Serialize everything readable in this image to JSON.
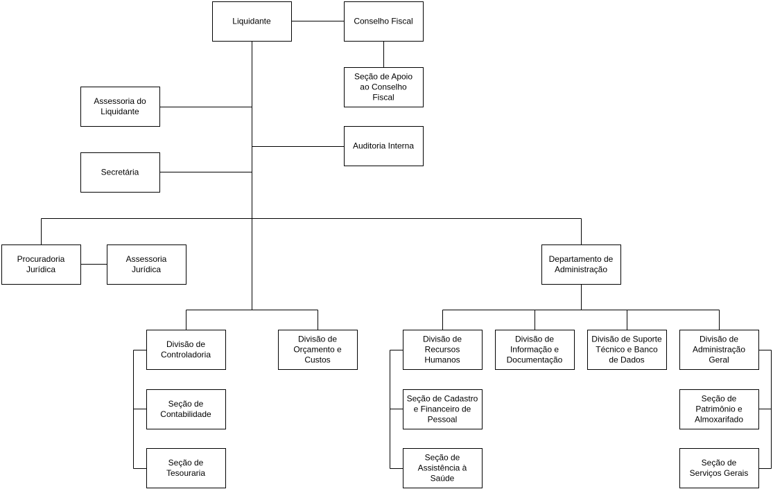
{
  "nodes": [
    {
      "id": "liquidante",
      "label": [
        "Liquidante"
      ]
    },
    {
      "id": "conselho-fiscal",
      "label": [
        "Conselho Fiscal"
      ]
    },
    {
      "id": "secao-apoio-conselho",
      "label": [
        "Seção de Apoio",
        "ao Conselho",
        "Fiscal"
      ]
    },
    {
      "id": "assessoria-liquidante",
      "label": [
        "Assessoria do",
        "Liquidante"
      ]
    },
    {
      "id": "auditoria-interna",
      "label": [
        "Auditoria Interna"
      ]
    },
    {
      "id": "secretaria",
      "label": [
        "Secretária"
      ]
    },
    {
      "id": "procuradoria-juridica",
      "label": [
        "Procuradoria",
        "Jurídica"
      ]
    },
    {
      "id": "assessoria-juridica",
      "label": [
        "Assessoria",
        "Jurídica"
      ]
    },
    {
      "id": "departamento-administracao",
      "label": [
        "Departamento de",
        "Administração"
      ]
    },
    {
      "id": "divisao-controladoria",
      "label": [
        "Divisão de",
        "Controladoria"
      ]
    },
    {
      "id": "divisao-orcamento",
      "label": [
        "Divisão de",
        "Orçamento e",
        "Custos"
      ]
    },
    {
      "id": "secao-contabilidade",
      "label": [
        "Seção de",
        "Contabilidade"
      ]
    },
    {
      "id": "secao-tesouraria",
      "label": [
        "Seção de",
        "Tesouraria"
      ]
    },
    {
      "id": "divisao-recursos-humanos",
      "label": [
        "Divisão de",
        "Recursos",
        "Humanos"
      ]
    },
    {
      "id": "divisao-informacao",
      "label": [
        "Divisão de",
        "Informação e",
        "Documentação"
      ]
    },
    {
      "id": "divisao-suporte",
      "label": [
        "Divisão de Suporte",
        "Técnico e Banco",
        "de Dados"
      ]
    },
    {
      "id": "divisao-administracao-geral",
      "label": [
        "Divisão de",
        "Administração",
        "Geral"
      ]
    },
    {
      "id": "secao-cadastro",
      "label": [
        "Seção de Cadastro",
        "e Financeiro de",
        "Pessoal"
      ]
    },
    {
      "id": "secao-assistencia",
      "label": [
        "Seção de",
        "Assistência à",
        "Saúde"
      ]
    },
    {
      "id": "secao-patrimonio",
      "label": [
        "Seção de",
        "Patrimônio e",
        "Almoxarifado"
      ]
    },
    {
      "id": "secao-servicos-gerais",
      "label": [
        "Seção de",
        "Serviços Gerais"
      ]
    }
  ]
}
